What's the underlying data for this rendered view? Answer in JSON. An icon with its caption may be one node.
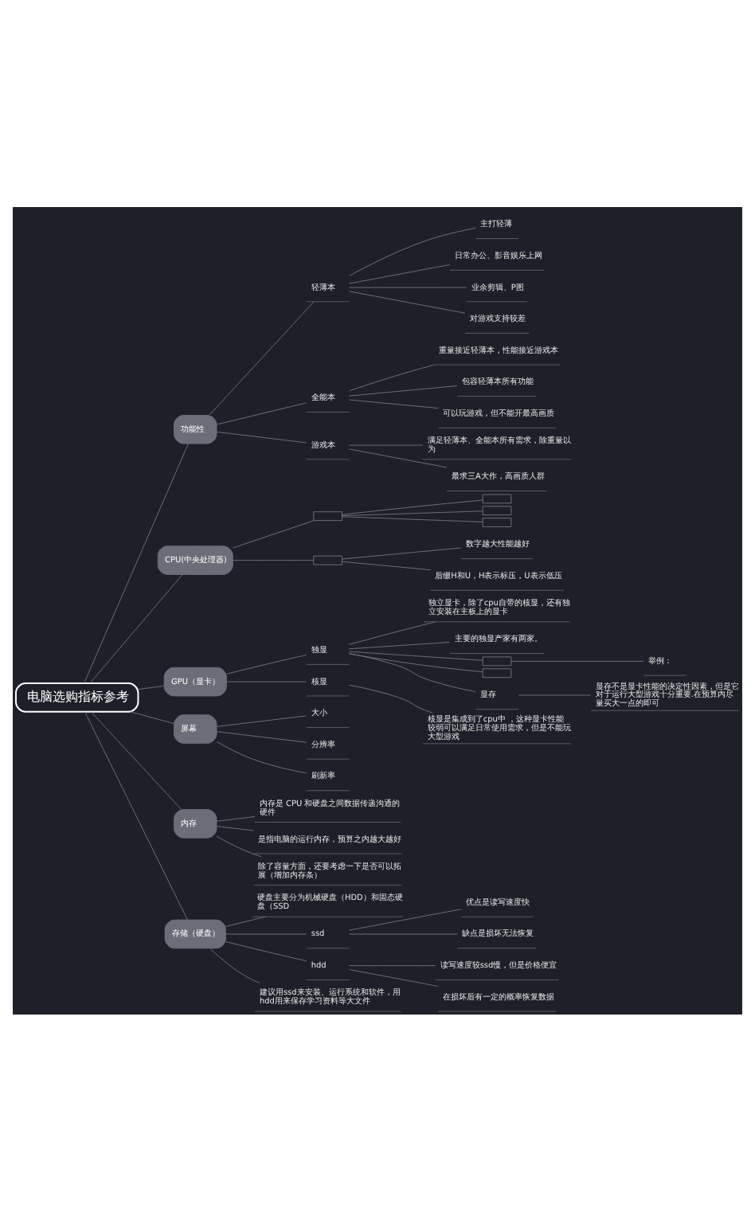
{
  "diagram": {
    "nodes": [
      {
        "text": [
          "电脑选购指标参考"
        ]
      },
      {
        "text": [
          "功能性"
        ]
      },
      {
        "text": [
          "轻薄本"
        ]
      },
      {
        "text": [
          "主打轻薄"
        ]
      },
      {
        "text": [
          "日常办公、影音娱乐上网"
        ]
      },
      {
        "text": [
          "业余剪辑、P图"
        ]
      },
      {
        "text": [
          "对游戏支持较差"
        ]
      },
      {
        "text": [
          "全能本"
        ]
      },
      {
        "text": [
          "重量接近轻薄本，性能接近游戏本"
        ]
      },
      {
        "text": [
          "包容轻薄本所有功能"
        ]
      },
      {
        "text": [
          "可以玩游戏，但不能开最高画质"
        ]
      },
      {
        "text": [
          "游戏本"
        ]
      },
      {
        "text": [
          "满足轻薄本、全能本所有需求，除重量以为"
        ]
      },
      {
        "text": [
          "最求三A大作，高画质人群"
        ]
      },
      {
        "text": [
          "CPU(中央处理器)"
        ]
      },
      {
        "text": [],
        "shape": "box"
      },
      {
        "text": [],
        "shape": "box"
      },
      {
        "text": [],
        "shape": "box"
      },
      {
        "text": [],
        "shape": "box"
      },
      {
        "text": [],
        "shape": "box"
      },
      {
        "text": [
          "数字越大性能越好"
        ]
      },
      {
        "text": [
          "后缀H和U，H表示标压，U表示低压"
        ]
      },
      {
        "text": [
          "GPU（显卡）"
        ]
      },
      {
        "text": [
          "独显"
        ]
      },
      {
        "text": [
          "独立显卡，除了cpu自带的核显，还有独立安装在主板上的显卡"
        ]
      },
      {
        "text": [
          "主要的独显产家有两家。"
        ]
      },
      {
        "text": [],
        "shape": "box"
      },
      {
        "text": [
          "举例："
        ]
      },
      {
        "text": [],
        "shape": "box"
      },
      {
        "text": [
          "显存"
        ]
      },
      {
        "text": [
          "显存不是显卡性能的决定性因素，但是它对于运行大型游戏十分重要.在预算内尽量买大一点的即可"
        ]
      },
      {
        "text": [
          "核显"
        ]
      },
      {
        "text": [
          "核显是集成到了cpu中 ，这种显卡性能较弱可以满足日常使用需求，但是不能玩大型游戏"
        ]
      },
      {
        "text": [
          "屏幕"
        ]
      },
      {
        "text": [
          "大小"
        ]
      },
      {
        "text": [
          "分辨率"
        ]
      },
      {
        "text": [
          "刷新率"
        ]
      },
      {
        "text": [
          "内存"
        ]
      },
      {
        "text": [
          "内存是 CPU 和硬盘之间数据传递沟通的硬件"
        ]
      },
      {
        "text": [
          "是指电脑的运行内存，预算之内越大越好"
        ]
      },
      {
        "text": [
          "除了容量方面，还要考虑一下是否可以拓展（增加内存条）"
        ]
      },
      {
        "text": [
          "存储（硬盘）"
        ]
      },
      {
        "text": [
          "硬盘主要分为机械硬盘（HDD）和固态硬盘（SSD"
        ]
      },
      {
        "text": [
          "ssd"
        ]
      },
      {
        "text": [
          "优点是读写速度快"
        ]
      },
      {
        "text": [
          "缺点是损坏无法恢复"
        ]
      },
      {
        "text": [
          "hdd"
        ]
      },
      {
        "text": [
          "读写速度较ssd慢，但是价格便宜"
        ]
      },
      {
        "text": [
          "在损坏后有一定的概率恢复数据"
        ]
      },
      {
        "text": [
          "建议用ssd来安装、运行系统和软件，用hdd用来保存学习资料等大文件"
        ]
      }
    ],
    "edges": [
      {
        "from": 0,
        "to": 1,
        "arrow": "none"
      },
      {
        "from": 1,
        "to": 2,
        "arrow": "none"
      },
      {
        "from": 2,
        "to": 3,
        "arrow": "none"
      },
      {
        "from": 2,
        "to": 4,
        "arrow": "none"
      },
      {
        "from": 2,
        "to": 5,
        "arrow": "none"
      },
      {
        "from": 2,
        "to": 6,
        "arrow": "none"
      },
      {
        "from": 1,
        "to": 7,
        "arrow": "none"
      },
      {
        "from": 7,
        "to": 8,
        "arrow": "none"
      },
      {
        "from": 7,
        "to": 9,
        "arrow": "none"
      },
      {
        "from": 7,
        "to": 10,
        "arrow": "none"
      },
      {
        "from": 1,
        "to": 11,
        "arrow": "none"
      },
      {
        "from": 11,
        "to": 12,
        "arrow": "none"
      },
      {
        "from": 11,
        "to": 13,
        "arrow": "none"
      },
      {
        "from": 0,
        "to": 14,
        "arrow": "none"
      },
      {
        "from": 14,
        "to": 15,
        "arrow": "none"
      },
      {
        "from": 15,
        "to": 16,
        "arrow": "none"
      },
      {
        "from": 15,
        "to": 17,
        "arrow": "none"
      },
      {
        "from": 15,
        "to": 18,
        "arrow": "none"
      },
      {
        "from": 14,
        "to": 19,
        "arrow": "none"
      },
      {
        "from": 19,
        "to": 20,
        "arrow": "none"
      },
      {
        "from": 19,
        "to": 21,
        "arrow": "none"
      },
      {
        "from": 0,
        "to": 22,
        "arrow": "none"
      },
      {
        "from": 22,
        "to": 23,
        "arrow": "none"
      },
      {
        "from": 23,
        "to": 24,
        "arrow": "none"
      },
      {
        "from": 23,
        "to": 25,
        "arrow": "none"
      },
      {
        "from": 23,
        "to": 26,
        "arrow": "none"
      },
      {
        "from": 26,
        "to": 27,
        "arrow": "none"
      },
      {
        "from": 23,
        "to": 28,
        "arrow": "none"
      },
      {
        "from": 23,
        "to": 29,
        "arrow": "none"
      },
      {
        "from": 29,
        "to": 30,
        "arrow": "none"
      },
      {
        "from": 22,
        "to": 31,
        "arrow": "none"
      },
      {
        "from": 31,
        "to": 32,
        "arrow": "none"
      },
      {
        "from": 0,
        "to": 33,
        "arrow": "none"
      },
      {
        "from": 33,
        "to": 34,
        "arrow": "none"
      },
      {
        "from": 33,
        "to": 35,
        "arrow": "none"
      },
      {
        "from": 33,
        "to": 36,
        "arrow": "none"
      },
      {
        "from": 0,
        "to": 37,
        "arrow": "none"
      },
      {
        "from": 37,
        "to": 38,
        "arrow": "none"
      },
      {
        "from": 37,
        "to": 39,
        "arrow": "none"
      },
      {
        "from": 37,
        "to": 40,
        "arrow": "none"
      },
      {
        "from": 0,
        "to": 41,
        "arrow": "none"
      },
      {
        "from": 41,
        "to": 42,
        "arrow": "none"
      },
      {
        "from": 41,
        "to": 43,
        "arrow": "none"
      },
      {
        "from": 43,
        "to": 44,
        "arrow": "none"
      },
      {
        "from": 43,
        "to": 45,
        "arrow": "none"
      },
      {
        "from": 41,
        "to": 46,
        "arrow": "none"
      },
      {
        "from": 46,
        "to": 47,
        "arrow": "none"
      },
      {
        "from": 46,
        "to": 48,
        "arrow": "none"
      },
      {
        "from": 41,
        "to": 49,
        "arrow": "none"
      }
    ]
  }
}
